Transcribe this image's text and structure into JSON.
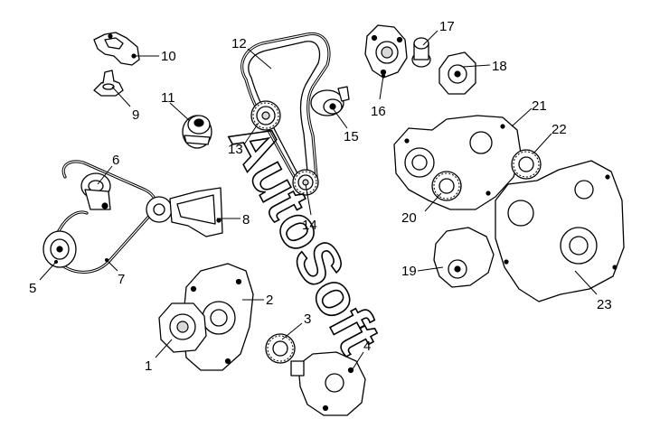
{
  "watermark": "AutoSoft",
  "callouts": [
    {
      "id": "1",
      "label": "1"
    },
    {
      "id": "2",
      "label": "2"
    },
    {
      "id": "3",
      "label": "3"
    },
    {
      "id": "4",
      "label": "4"
    },
    {
      "id": "5",
      "label": "5"
    },
    {
      "id": "6",
      "label": "6"
    },
    {
      "id": "7",
      "label": "7"
    },
    {
      "id": "8",
      "label": "8"
    },
    {
      "id": "9",
      "label": "9"
    },
    {
      "id": "10",
      "label": "10"
    },
    {
      "id": "11",
      "label": "11"
    },
    {
      "id": "12",
      "label": "12"
    },
    {
      "id": "13",
      "label": "13"
    },
    {
      "id": "14",
      "label": "14"
    },
    {
      "id": "15",
      "label": "15"
    },
    {
      "id": "16",
      "label": "16"
    },
    {
      "id": "17",
      "label": "17"
    },
    {
      "id": "18",
      "label": "18"
    },
    {
      "id": "19",
      "label": "19"
    },
    {
      "id": "20",
      "label": "20"
    },
    {
      "id": "21",
      "label": "21"
    },
    {
      "id": "22",
      "label": "22"
    },
    {
      "id": "23",
      "label": "23"
    }
  ]
}
